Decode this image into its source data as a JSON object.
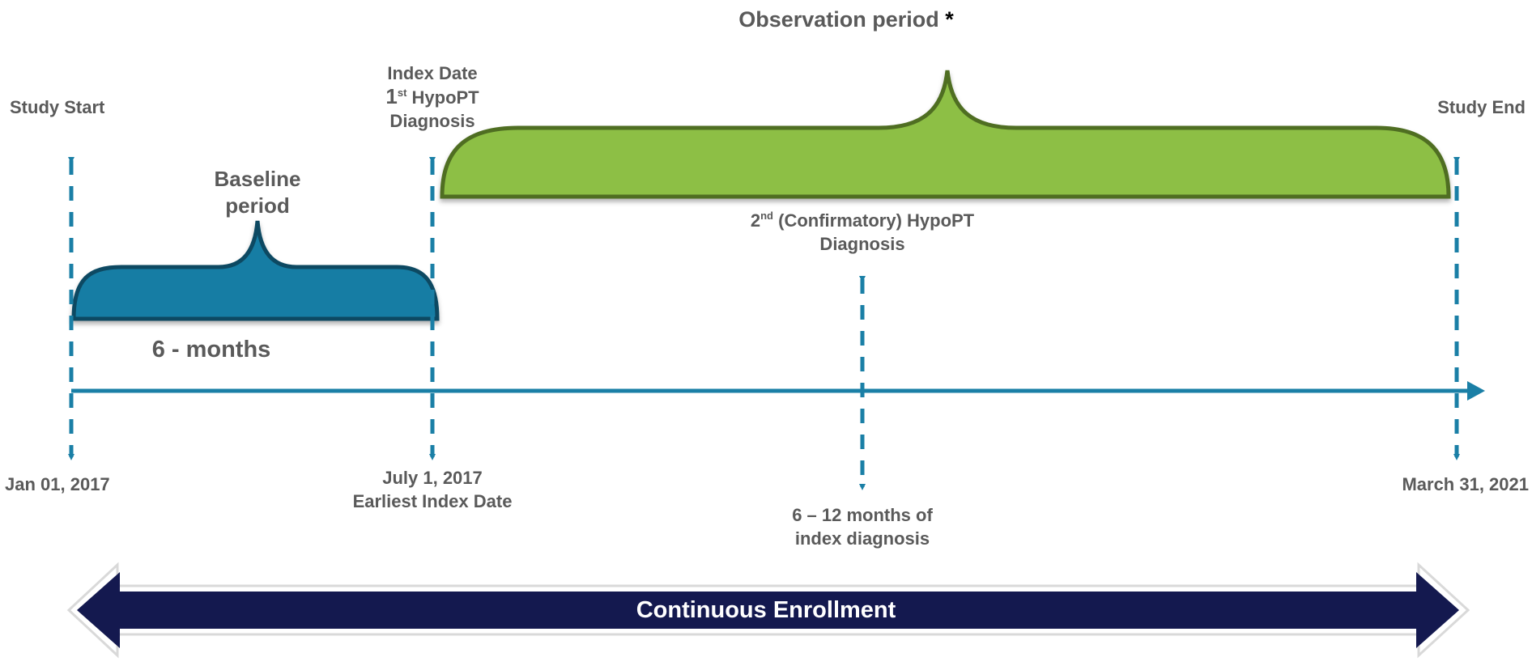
{
  "title": {
    "text": "Observation period",
    "marker": "*"
  },
  "milestones": {
    "study_start": {
      "label": "Study Start",
      "date": "Jan 01, 2017"
    },
    "index_date": {
      "line1": "Index Date",
      "line2_num": "1",
      "line2_sup": "st",
      "line2_rest": " HypoPT",
      "line3": "Diagnosis",
      "date": "July 1, 2017",
      "date_note": "Earliest Index Date"
    },
    "confirmatory": {
      "line1_num": "2",
      "line1_sup": "nd",
      "line1_rest": " (Confirmatory) HypoPT",
      "line2": "Diagnosis",
      "window_line1": "6 – 12 months of",
      "window_line2": "index diagnosis"
    },
    "study_end": {
      "label": "Study End",
      "date": "March 31, 2021"
    }
  },
  "baseline": {
    "line1": "Baseline",
    "line2": "period",
    "duration": "6 - months"
  },
  "enrollment": {
    "label": "Continuous Enrollment"
  },
  "colors": {
    "blue": "#1a7fa6",
    "green": "#8dbf45",
    "navy": "#14194f",
    "text": "#5a5a5a"
  }
}
